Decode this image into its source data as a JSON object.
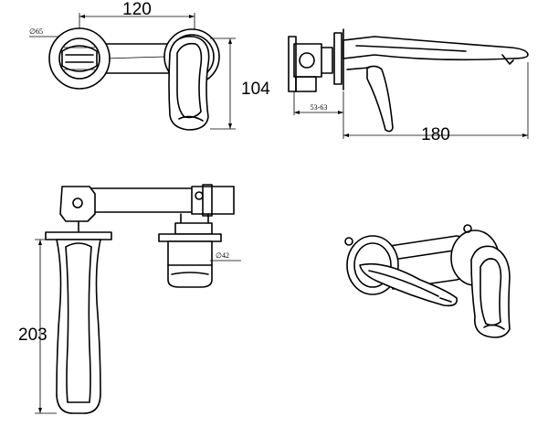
{
  "dimensions": {
    "width_120": "120",
    "height_104": "104",
    "length_180": "180",
    "height_203": "203",
    "diameter_65": "∅65",
    "diameter_42": "∅42",
    "range_53_63": "53-63"
  }
}
